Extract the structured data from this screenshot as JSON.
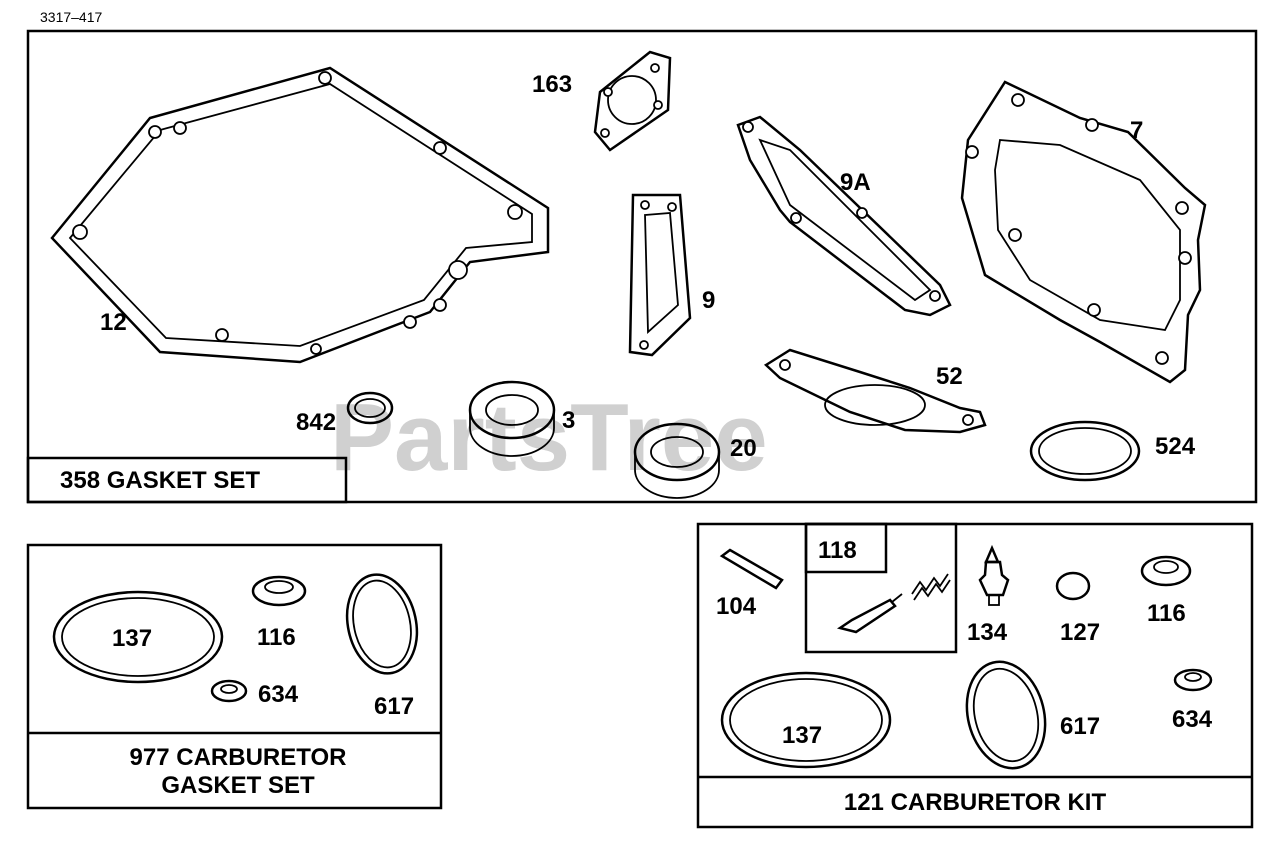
{
  "doc_id": "3317–417",
  "watermark": "PartsTree",
  "gasket_set": {
    "title": "358 GASKET SET",
    "parts": [
      "12",
      "163",
      "9",
      "9A",
      "7",
      "842",
      "3",
      "20",
      "52",
      "524"
    ]
  },
  "carb_gasket_set": {
    "title_line1": "977 CARBURETOR",
    "title_line2": "GASKET SET",
    "parts": [
      "137",
      "116",
      "634",
      "617"
    ]
  },
  "carb_kit": {
    "title": "121 CARBURETOR KIT",
    "subkit": "118",
    "parts": [
      "104",
      "134",
      "127",
      "116",
      "137",
      "617",
      "634"
    ]
  }
}
